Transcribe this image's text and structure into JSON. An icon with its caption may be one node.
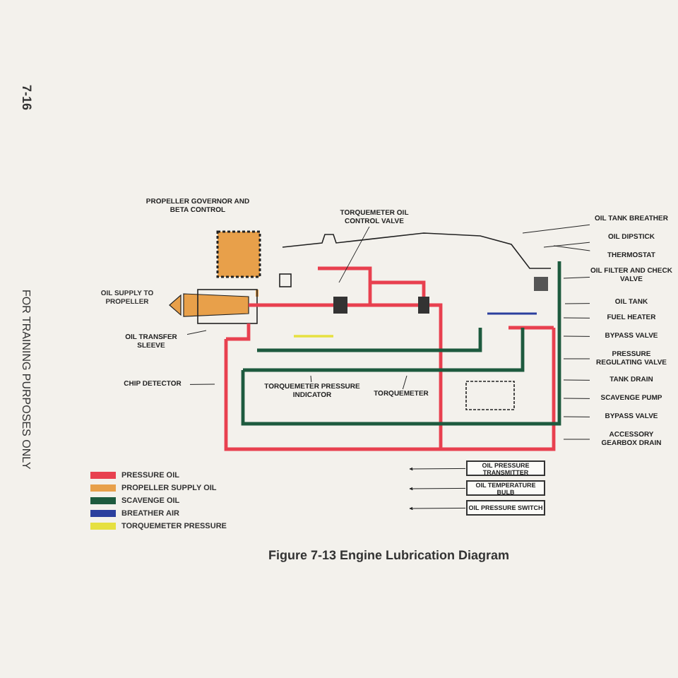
{
  "diagram": {
    "caption": "Figure 7-13 Engine Lubrication Diagram",
    "nodes": [
      {
        "text": [
          "PROPELLER GOVERNOR AND BETA CONTROL"
        ]
      },
      {
        "text": [
          "TORQUEMETER OIL CONTROL VALVE"
        ]
      },
      {
        "text": [
          "OIL TRANSFER SLEEVE"
        ]
      },
      {
        "text": [
          "CHIP DETECTOR"
        ]
      },
      {
        "text": [
          "TORQUEMETER PRESSURE INDICATOR"
        ]
      },
      {
        "text": [
          "TORQUEMETER"
        ]
      },
      {
        "text": [
          "OIL TANK BREATHER"
        ]
      },
      {
        "text": [
          "OIL DIPSTICK"
        ]
      },
      {
        "text": [
          "THERMOSTAT"
        ]
      },
      {
        "text": [
          "OIL FILTER AND CHECK VALVE"
        ]
      },
      {
        "text": [
          "OIL TANK"
        ]
      },
      {
        "text": [
          "FUEL HEATER"
        ]
      },
      {
        "text": [
          "BYPASS VALVE"
        ]
      },
      {
        "text": [
          "PRESSURE REGULATING VALVE"
        ]
      },
      {
        "text": [
          "TANK DRAIN"
        ]
      },
      {
        "text": [
          "SCAVENGE PUMP"
        ]
      },
      {
        "text": [
          "BYPASS VALVE"
        ]
      },
      {
        "text": [
          "ACCESSORY GEARBOX DRAIN"
        ]
      },
      {
        "text": [
          "OIL PRESSURE TRANSMITTER"
        ]
      },
      {
        "text": [
          "OIL TEMPERATURE BULB"
        ]
      },
      {
        "text": [
          "OIL PRESSURE SWITCH"
        ]
      }
    ],
    "edges": [
      {
        "from": 1,
        "to": null,
        "arrow": "none"
      },
      {
        "from": 2,
        "to": null,
        "arrow": "none"
      },
      {
        "from": 3,
        "to": null,
        "arrow": "none"
      },
      {
        "from": 4,
        "to": null,
        "arrow": "none"
      },
      {
        "from": 5,
        "to": null,
        "arrow": "none"
      },
      {
        "from": 6,
        "to": null,
        "arrow": "none"
      },
      {
        "from": 7,
        "to": null,
        "arrow": "none"
      },
      {
        "from": 8,
        "to": null,
        "arrow": "none"
      },
      {
        "from": 9,
        "to": null,
        "arrow": "none"
      },
      {
        "from": 10,
        "to": null,
        "arrow": "none"
      },
      {
        "from": 11,
        "to": null,
        "arrow": "none"
      },
      {
        "from": 12,
        "to": null,
        "arrow": "none"
      },
      {
        "from": 13,
        "to": null,
        "arrow": "none"
      },
      {
        "from": 14,
        "to": null,
        "arrow": "none"
      },
      {
        "from": 15,
        "to": null,
        "arrow": "none"
      },
      {
        "from": 16,
        "to": null,
        "arrow": "none"
      },
      {
        "from": 17,
        "to": null,
        "arrow": "none"
      },
      {
        "from": 18,
        "to": null,
        "arrow": "to"
      },
      {
        "from": 19,
        "to": null,
        "arrow": "to"
      },
      {
        "from": 20,
        "to": null,
        "arrow": "to"
      }
    ],
    "labels": [
      "7-16",
      "FOR TRAINING PURPOSES ONLY",
      "OIL SUPPLY TO PROPELLER"
    ],
    "legend": [
      {
        "text": "PRESSURE OIL",
        "color": "#e8404f"
      },
      {
        "text": "PROPELLER SUPPLY OIL",
        "color": "#e8a04a"
      },
      {
        "text": "SCAVENGE OIL",
        "color": "#1d5a3e"
      },
      {
        "text": "BREATHER AIR",
        "color": "#2b3f9e"
      },
      {
        "text": "TORQUEMETER PRESSURE",
        "color": "#e6e040"
      }
    ]
  }
}
